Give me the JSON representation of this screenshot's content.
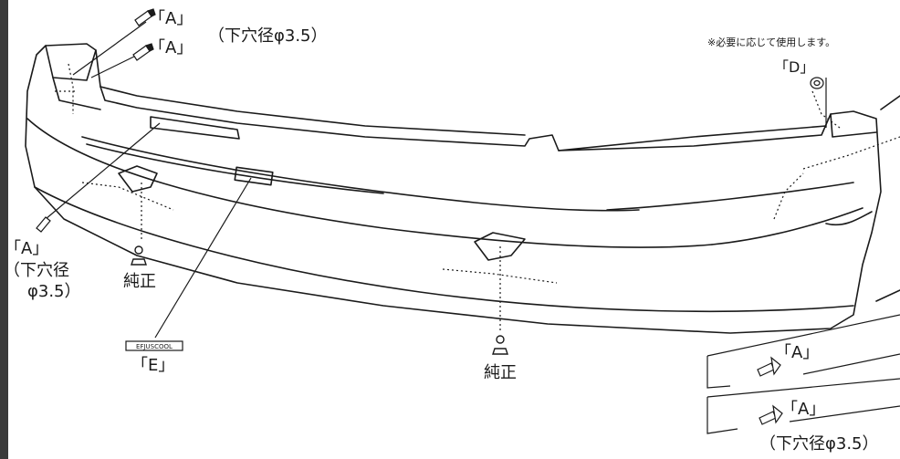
{
  "labels": {
    "a_top1": "「A」",
    "a_top2": "「A」",
    "hole_top": "（下穴径φ3.5）",
    "note_top_right": "※必要に応じて使用します。",
    "d_label": "「D」",
    "a_left": "「A」",
    "hole_left_line1": "（下穴径",
    "hole_left_line2": "φ3.5）",
    "junsei_left": "純正",
    "e_label": "「E」",
    "junsei_center": "純正",
    "a_right1": "「A」",
    "a_right2": "「A」",
    "hole_bottom_right": "（下穴径φ3.5）"
  },
  "emblem_text": "EFJUSCOOL",
  "colors": {
    "line": "#1a1a1a",
    "background": "#ffffff",
    "edge": "#3a3a3a"
  }
}
